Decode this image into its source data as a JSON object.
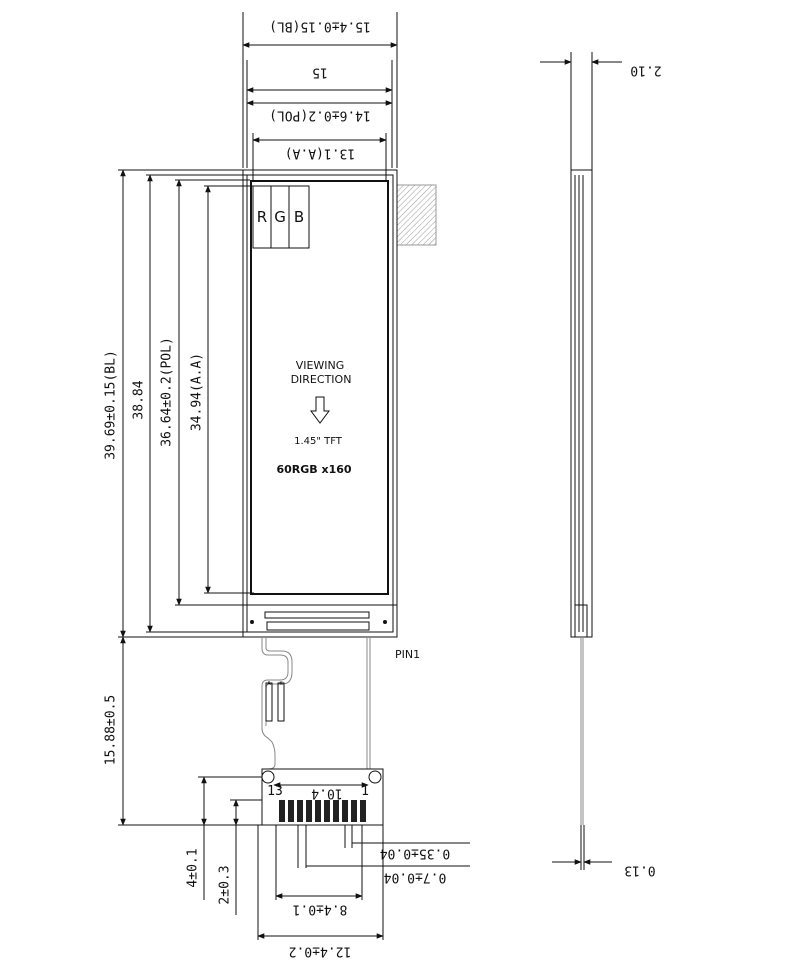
{
  "top_dimensions": {
    "bl_width": "15.4±0.15(BL)",
    "total_width": "15",
    "pol_width": "14.6±0.2(POL)",
    "aa_width": "13.1(A.A)"
  },
  "left_dimensions": {
    "bl_height": "39.69±0.15(BL)",
    "overall_height": "38.84",
    "pol_height": "36.64±0.2(POL)",
    "aa_height": "34.94(A.A)",
    "fpc_length": "15.88±0.5",
    "dim_4": "4±0.1",
    "dim_2": "2±0.3"
  },
  "bottom_dimensions": {
    "pitch": "10.4",
    "pad_width": "0.35±0.04",
    "pad_pitch": "0.7±0.04",
    "contact_span": "8.4±0.1",
    "fpc_width": "12.4±0.2"
  },
  "side_view": {
    "thickness": "2.10",
    "fpc_thickness": "0.13"
  },
  "display": {
    "r": "R",
    "g": "G",
    "b": "B",
    "viewing_line1": "VIEWING",
    "viewing_line2": "DIRECTION",
    "size": "1.45\" TFT",
    "resolution": "60RGB x160",
    "pin1": "PIN1",
    "pin_13": "13",
    "pin_1": "1"
  },
  "icons": {
    "arrow": "down-arrow-icon"
  }
}
